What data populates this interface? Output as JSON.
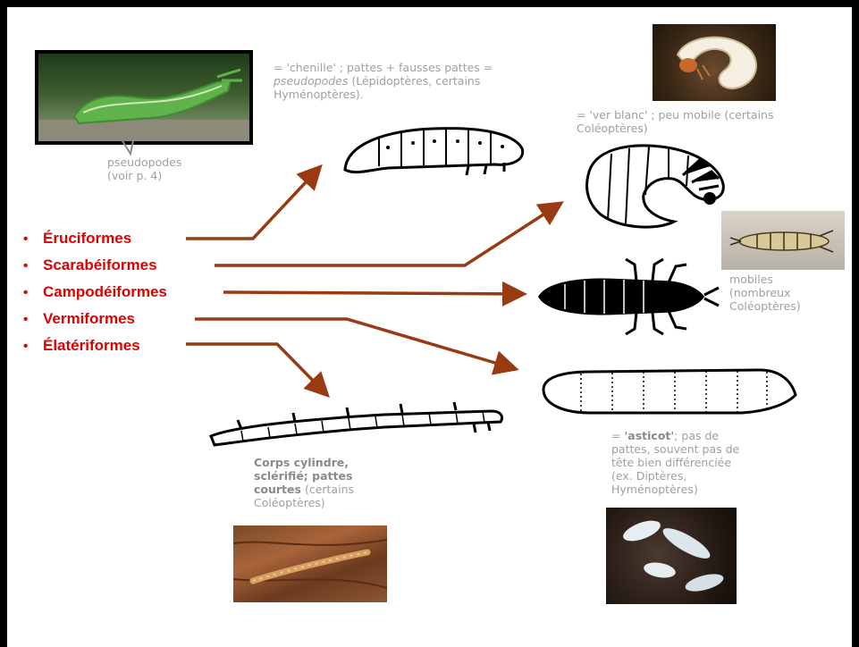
{
  "categories": [
    {
      "label": "Éruciformes"
    },
    {
      "label": "Scarabéiformes"
    },
    {
      "label": "Campodéiformes"
    },
    {
      "label": "Vermiformes"
    },
    {
      "label": "Élatériformes"
    }
  ],
  "bullet": "•",
  "notes": {
    "eruciforme_1": "= 'chenille' ; pattes + fausses pattes =",
    "eruciforme_2_em": "pseudopodes",
    "eruciforme_2_rest": " (Lépidoptères, certains",
    "eruciforme_3": "Hyménoptères).",
    "pseudopodes_1": "pseudopodes",
    "pseudopodes_2": "(voir p. 4)",
    "scarab_1": "= 'ver blanc' ; peu mobile (certains",
    "scarab_2": "Coléoptères)",
    "campod_1": "mobiles",
    "campod_2": "(nombreux",
    "campod_3": "Coléoptères)",
    "vermi_1_a": "= ",
    "vermi_1_b": "'asticot'",
    "vermi_1_c": "; pas de",
    "vermi_2": "pattes, souvent pas de",
    "vermi_3": "tête bien différenciée",
    "vermi_4": "(ex. Diptères,",
    "vermi_5": "Hyménoptères)",
    "elat_1": "Corps cylindre,",
    "elat_2": "sclérifié; pattes",
    "elat_3_a": "courtes",
    "elat_3_b": " (certains",
    "elat_4": "Coléoptères)"
  },
  "colors": {
    "category_text": "#e00000",
    "arrow": "#9a3a12",
    "note_text": "#a0a0a0",
    "border": "#000000"
  },
  "icons": [
    "caterpillar-photo",
    "white-grub-photo",
    "campodeiform-larva-photo",
    "wireworm-photo",
    "maggot-photo",
    "eruciform-drawing",
    "scarabaeiform-drawing",
    "campodeiform-drawing",
    "vermiform-drawing",
    "elateriform-drawing"
  ]
}
